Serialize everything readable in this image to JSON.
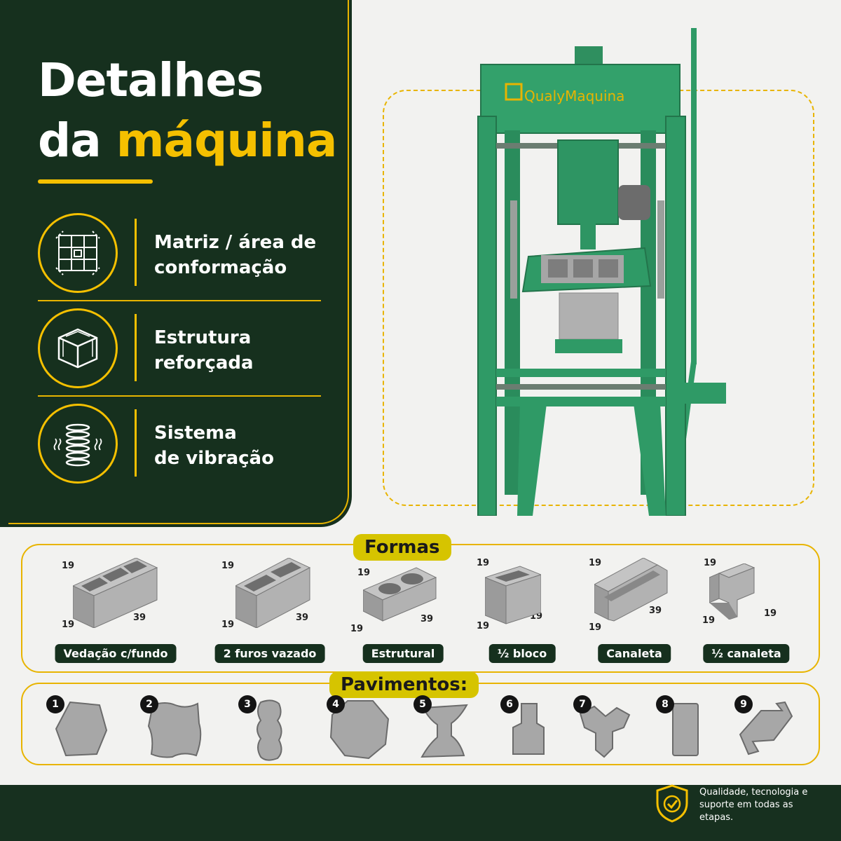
{
  "title": {
    "line1": "Detalhes",
    "line2_prefix": "da ",
    "line2_accent": "máquina"
  },
  "features": [
    {
      "line1": "Matriz / área de",
      "line2": "conformação",
      "icon": "mold-grid-icon"
    },
    {
      "line1": "Estrutura",
      "line2": "reforçada",
      "icon": "reinforced-frame-icon"
    },
    {
      "line1": "Sistema",
      "line2": "de vibração",
      "icon": "vibration-spring-icon"
    }
  ],
  "brand": "QualyMaquina",
  "formas": {
    "title": "Formas",
    "items": [
      {
        "label": "Vedação c/fundo",
        "dims": [
          "19",
          "19",
          "39"
        ]
      },
      {
        "label": "2 furos vazado",
        "dims": [
          "19",
          "19",
          "39"
        ]
      },
      {
        "label": "Estrutural",
        "dims": [
          "19",
          "19",
          "39"
        ]
      },
      {
        "label": "½ bloco",
        "dims": [
          "19",
          "19",
          "19"
        ]
      },
      {
        "label": "Canaleta",
        "dims": [
          "19",
          "19",
          "39"
        ]
      },
      {
        "label": "½ canaleta",
        "dims": [
          "19",
          "19",
          "19"
        ]
      }
    ]
  },
  "pavimentos": {
    "title": "Pavimentos:",
    "items": [
      "1",
      "2",
      "3",
      "4",
      "5",
      "6",
      "7",
      "8",
      "9"
    ]
  },
  "footer": {
    "text": "Qualidade, tecnologia e suporte em todas as etapas.",
    "icon": "shield-check-icon"
  },
  "colors": {
    "dark_green": "#16301e",
    "accent_yellow": "#f5c000",
    "machine_green": "#2f9a66"
  }
}
